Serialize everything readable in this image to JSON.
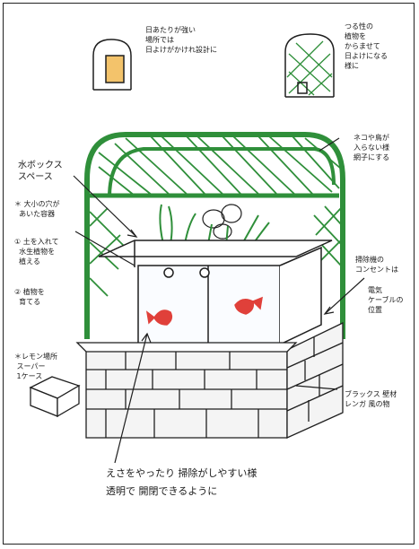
{
  "colors": {
    "ink": "#1f1f1f",
    "net": "#2f8f3a",
    "brick": "#f4f4f4",
    "orange": "#f3c36b",
    "goldfish": "#e0403a",
    "water": "#fafcff"
  },
  "notes": {
    "top_left": "日あたりが強い\n場所では\n日よけがかけれ設計に",
    "top_right": "つる性の\n植物を\nからませて\n日よけになる\n様に",
    "right_top": "ネコや鳥が\n入らない様\n網子にする",
    "left_box": "水ボックス\nスペース",
    "left_item_1": "＊ 大小の穴が\n  あいた容器",
    "left_item_2": "① 土を入れて\n  水生植物を\n  植える",
    "left_item_3": "② 植物を\n  育てる",
    "right_mid": "掃除機の\nコンセントは",
    "right_small": "電気\nケーブルの\n位置",
    "right_bottom": "ブラックス 壁材\nレンガ 風の物",
    "left_bottom": "＊レモン場所\n スーパー\n 1ケース",
    "bottom_caption_1": "えさをやったり 掃除がしやすい様",
    "bottom_caption_2": "透明で 開閉できるように"
  }
}
